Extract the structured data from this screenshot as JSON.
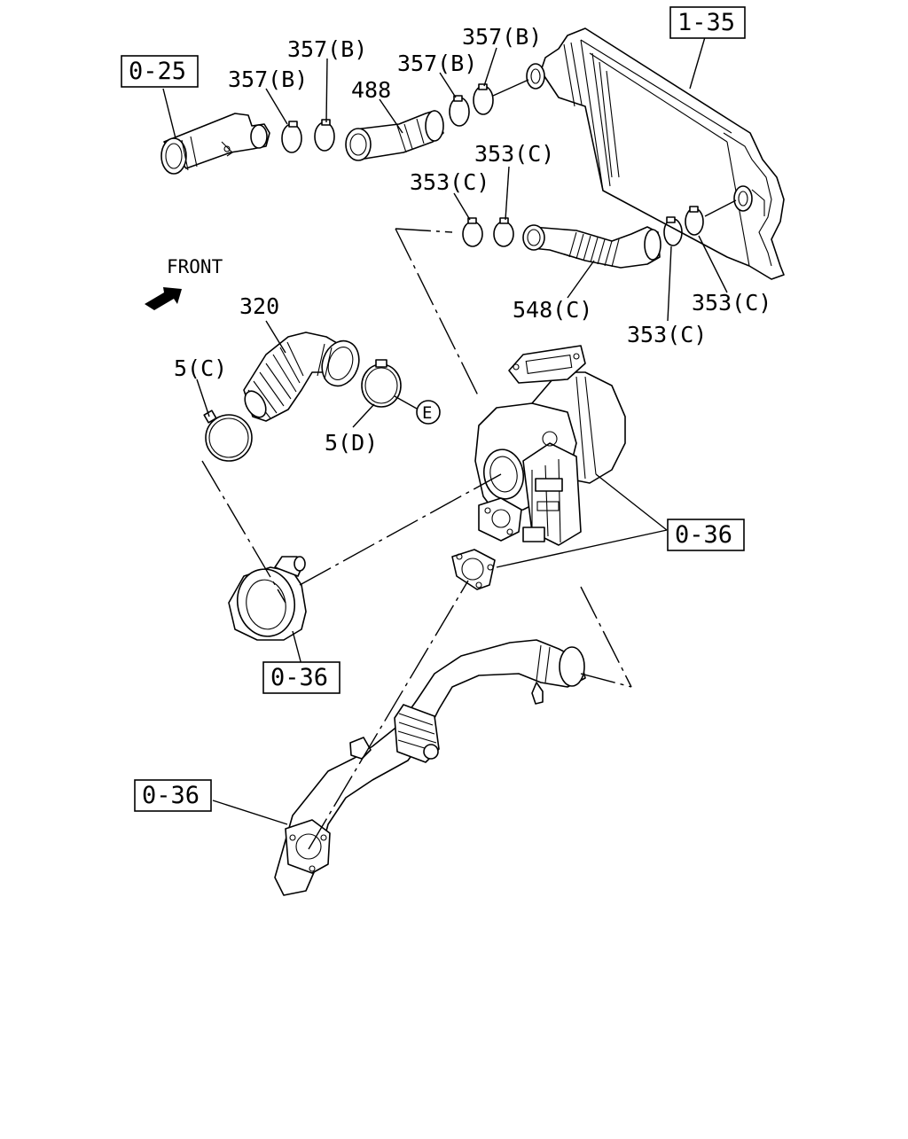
{
  "diagram": {
    "front_label": "FRONT",
    "labels": {
      "p357b_1": "357(B)",
      "p357b_2": "357(B)",
      "p357b_3": "357(B)",
      "p357b_4": "357(B)",
      "p488": "488",
      "p353c_1": "353(C)",
      "p353c_2": "353(C)",
      "p353c_3": "353(C)",
      "p353c_4": "353(C)",
      "p548c": "548(C)",
      "p320": "320",
      "p5c": "5(C)",
      "p5d": "5(D)",
      "circle_e": "E"
    },
    "ref_boxes": {
      "r025": "0-25",
      "r135": "1-35",
      "r036_turbo": "0-36",
      "r036_elbow": "0-36",
      "r036_pipe": "0-36"
    }
  }
}
